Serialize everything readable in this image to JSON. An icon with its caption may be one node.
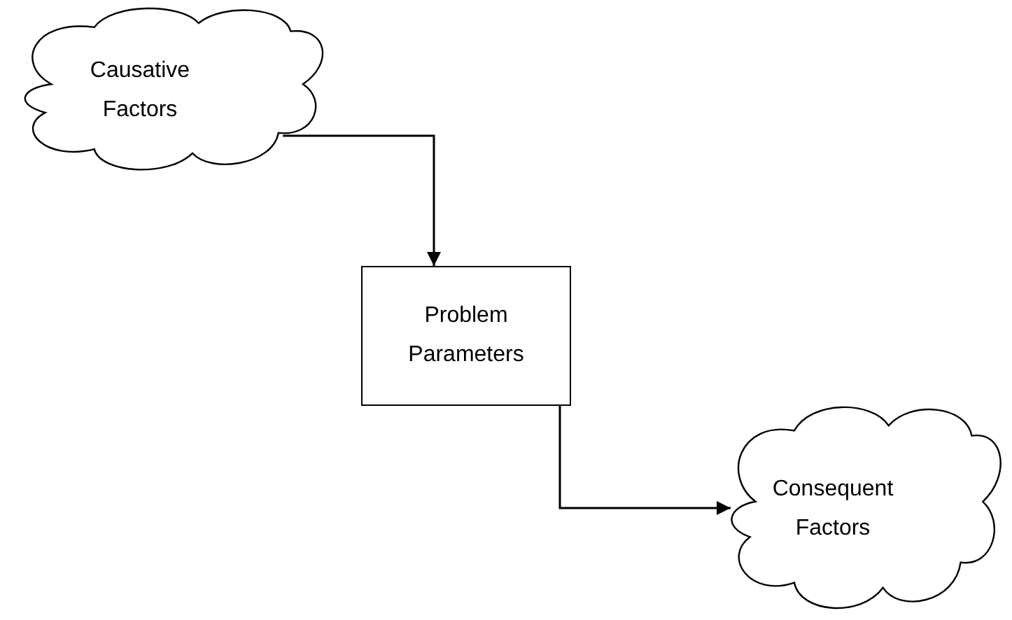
{
  "diagram": {
    "nodes": [
      {
        "text": [
          "Causative Factors"
        ]
      },
      {
        "text": [
          "Problem Parameters"
        ]
      },
      {
        "text": [
          "Consequent Factors"
        ]
      }
    ],
    "edges": [
      {
        "from": 0,
        "to": 1,
        "arrow": "to"
      },
      {
        "from": 1,
        "to": 2,
        "arrow": "to"
      }
    ]
  }
}
